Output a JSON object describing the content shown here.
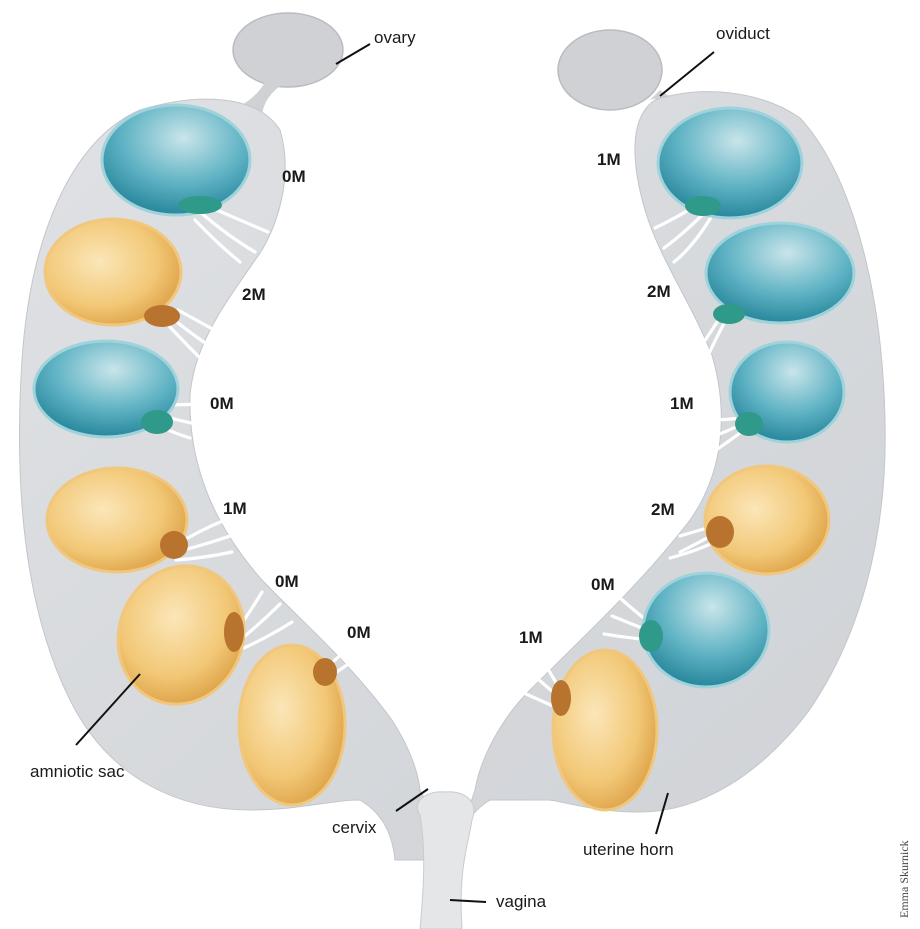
{
  "labels": {
    "ovary": "ovary",
    "oviduct": "oviduct",
    "amniotic_sac": "amniotic sac",
    "cervix": "cervix",
    "uterine_horn": "uterine horn",
    "vagina": "vagina"
  },
  "credit": "Emma Skurnick",
  "colors": {
    "uterus": "#d7d9dc",
    "female_sac": "#f2c877",
    "male_sac": "#5fb3c4",
    "cord": "#ffffff",
    "text": "#1a1a1a"
  },
  "left_horn": [
    {
      "marker": "0M",
      "sex": "male"
    },
    {
      "marker": "2M",
      "sex": "female"
    },
    {
      "marker": "0M",
      "sex": "male"
    },
    {
      "marker": "1M",
      "sex": "female"
    },
    {
      "marker": "0M",
      "sex": "female"
    },
    {
      "marker": "0M",
      "sex": "female"
    }
  ],
  "right_horn": [
    {
      "marker": "1M",
      "sex": "male"
    },
    {
      "marker": "2M",
      "sex": "male"
    },
    {
      "marker": "1M",
      "sex": "male"
    },
    {
      "marker": "2M",
      "sex": "female"
    },
    {
      "marker": "0M",
      "sex": "male"
    },
    {
      "marker": "1M",
      "sex": "female"
    }
  ]
}
